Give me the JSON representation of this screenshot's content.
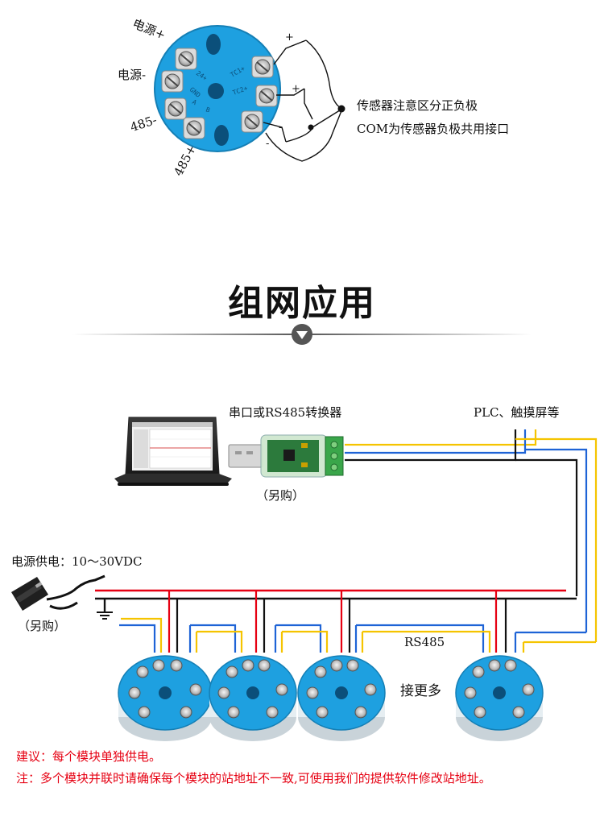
{
  "wiring": {
    "power_plus": "电源+",
    "power_minus": "电源-",
    "rs485_minus": "485-",
    "rs485_plus": "485+",
    "plus_sign_1": "+",
    "plus_sign_2": "+",
    "minus_sign_1": "-",
    "minus_sign_2": "-",
    "note_line_1": "传感器注意区分正负极",
    "note_line_2": "COM为传感器负极共用接口",
    "terminal_labels": [
      "24+",
      "GND",
      "TC1+",
      "TC2+",
      "A",
      "B"
    ]
  },
  "section_title": "组网应用",
  "network": {
    "converter_label": "串口或RS485转换器",
    "converter_purchase": "（另购）",
    "plc_label": "PLC、触摸屏等",
    "power_supply_label": "电源供电：10～30VDC",
    "adapter_purchase": "（另购）",
    "bus_label": "RS485",
    "more_label": "接更多"
  },
  "notes": {
    "suggestion": "建议：每个模块单独供电。",
    "caution": "注：多个模块并联时请确保每个模块的站地址不一致,可使用我们的提供软件修改站地址。"
  },
  "colors": {
    "module_blue": "#1ea0e0",
    "wire_red": "#e60012",
    "wire_black": "#111111",
    "wire_yellow": "#f5c400",
    "wire_blue": "#1e63d6",
    "note_red": "#e60012"
  }
}
